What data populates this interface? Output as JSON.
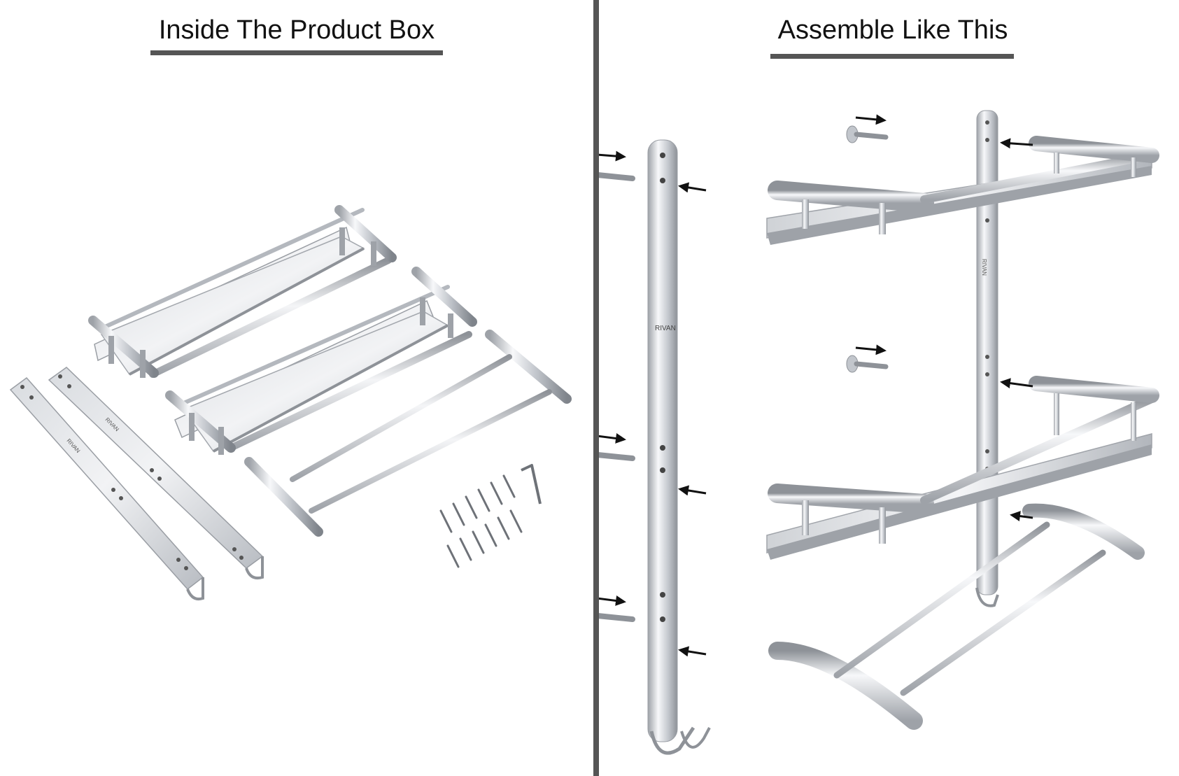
{
  "colors": {
    "divider": "#555555",
    "underline": "#555555",
    "text": "#111111",
    "steel_light": "#f4f5f7",
    "steel_mid": "#c9ccd1",
    "steel_dark": "#8e9298",
    "arrow": "#111111"
  },
  "left_panel": {
    "heading": "Inside The Product Box"
  },
  "right_panel": {
    "heading": "Assemble Like This"
  },
  "brand": {
    "logo_text": "RIVAN"
  },
  "icons": [
    "screw-icon",
    "arrow-right-icon",
    "arrow-left-icon",
    "allen-key-icon"
  ]
}
